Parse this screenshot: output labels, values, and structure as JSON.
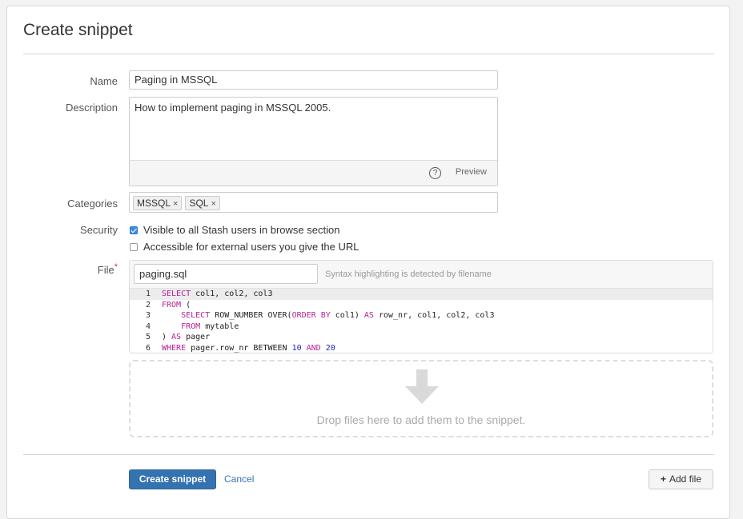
{
  "page": {
    "title": "Create snippet"
  },
  "form": {
    "name": {
      "label": "Name",
      "value": "Paging in MSSQL"
    },
    "description": {
      "label": "Description",
      "value": "How to implement paging in MSSQL 2005.",
      "help_icon": "?",
      "preview_label": "Preview"
    },
    "categories": {
      "label": "Categories",
      "tags": [
        {
          "label": "MSSQL",
          "remove": "×"
        },
        {
          "label": "SQL",
          "remove": "×"
        }
      ]
    },
    "security": {
      "label": "Security",
      "options": [
        {
          "label": "Visible to all Stash users in browse section",
          "checked": true
        },
        {
          "label": "Accessible for external users you give the URL",
          "checked": false
        }
      ]
    },
    "file": {
      "label": "File",
      "required_marker": "*",
      "filename": "paging.sql",
      "syntax_hint": "Syntax highlighting is detected by filename",
      "code_lines": [
        {
          "n": "1",
          "text": "SELECT col1, col2, col3"
        },
        {
          "n": "2",
          "text": "FROM ("
        },
        {
          "n": "3",
          "text": "    SELECT ROW_NUMBER OVER(ORDER BY col1) AS row_nr, col1, col2, col3"
        },
        {
          "n": "4",
          "text": "    FROM mytable"
        },
        {
          "n": "5",
          "text": ") AS pager"
        },
        {
          "n": "6",
          "text": "WHERE pager.row_nr BETWEEN 10 AND 20"
        }
      ]
    },
    "dropzone": {
      "text": "Drop files here to add them to the snippet.",
      "icon": "down-arrow"
    }
  },
  "actions": {
    "submit_label": "Create snippet",
    "cancel_label": "Cancel",
    "add_file_icon": "+",
    "add_file_label": "Add file"
  },
  "colors": {
    "primary": "#3572b0",
    "keyword": "#b6219a",
    "number": "#2222c8",
    "required": "#d04437"
  }
}
